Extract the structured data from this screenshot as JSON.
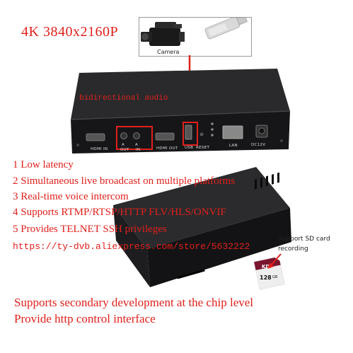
{
  "header": {
    "resolution": "4K 3840x2160P"
  },
  "inputs": {
    "camera_label": "Camera"
  },
  "annotations": {
    "audio_label": "bidirectional audio",
    "sd_label_1": "Support SD card",
    "sd_label_2": "recording"
  },
  "ports": {
    "hdmi_in": "HDMI IN",
    "audio_out": "OUT",
    "audio_in": "IN",
    "audio_a1": "A",
    "audio_a2": "A",
    "hdmi_out": "HDMI OUT",
    "usb": "USB",
    "reset": "RESET",
    "lan": "LAN",
    "power": "DC12V"
  },
  "features": [
    "1 Low latency",
    "2 Simultaneous live broadcast on multiple platforms",
    "3 Real-time voice intercom",
    "4 Supports RTMP/RTSP/HTTP FLV/HLS/ONVIF",
    "5 Provides TELNET SSH privileges"
  ],
  "store_url": "https://ty-dvb.aliexpress.com/store/5632222",
  "footer": [
    "Supports secondary development at the chip level",
    "Provide http control interface"
  ],
  "sd_card": {
    "brand": "KD",
    "capacity": "128",
    "unit": "GB"
  },
  "colors": {
    "accent": "#e0201c",
    "device": "#1c1c1e"
  }
}
